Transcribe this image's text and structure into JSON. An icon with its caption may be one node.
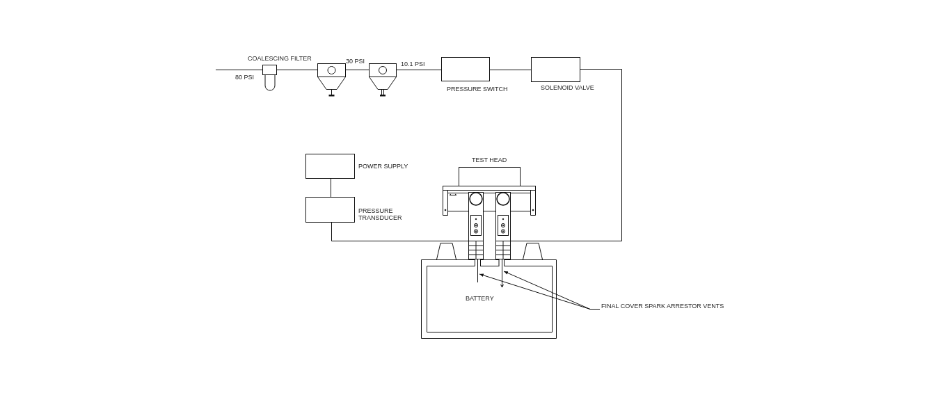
{
  "diagram": {
    "nodes": [
      {
        "text": [
          "COALESCING FILTER"
        ]
      },
      {
        "text": [],
        "shape": "picture"
      },
      {
        "text": [],
        "shape": "picture"
      },
      {
        "text": [
          "PRESSURE SWITCH"
        ]
      },
      {
        "text": [
          "SOLENOID VALVE"
        ]
      },
      {
        "text": [
          "POWER SUPPLY"
        ]
      },
      {
        "text": [
          "PRESSURE TRANSDUCER"
        ]
      },
      {
        "text": [
          "TEST HEAD"
        ]
      },
      {
        "text": [
          "BATTERY"
        ]
      },
      {
        "text": [
          "FINAL COVER SPARK ARRESTOR VENTS"
        ]
      },
      {
        "text": [],
        "shape": "picture",
        "in": 8
      },
      {
        "text": [],
        "shape": "picture",
        "in": 8
      }
    ],
    "edges": [
      {
        "from": null,
        "to": 0,
        "arrow": "none",
        "label": "80 PSI"
      },
      {
        "from": 0,
        "to": 1,
        "arrow": "none"
      },
      {
        "from": 1,
        "to": 2,
        "arrow": "none",
        "label": "30 PSI"
      },
      {
        "from": 2,
        "to": 3,
        "arrow": "none",
        "label": "10.1 PSI"
      },
      {
        "from": 3,
        "to": 4,
        "arrow": "none"
      },
      {
        "from": 4,
        "to": 7,
        "arrow": "none"
      },
      {
        "from": 7,
        "to": 6,
        "arrow": "none"
      },
      {
        "from": 5,
        "to": 6,
        "arrow": "none"
      },
      {
        "from": 9,
        "to": 10,
        "arrow": "to"
      },
      {
        "from": 9,
        "to": 11,
        "arrow": "to"
      }
    ]
  }
}
